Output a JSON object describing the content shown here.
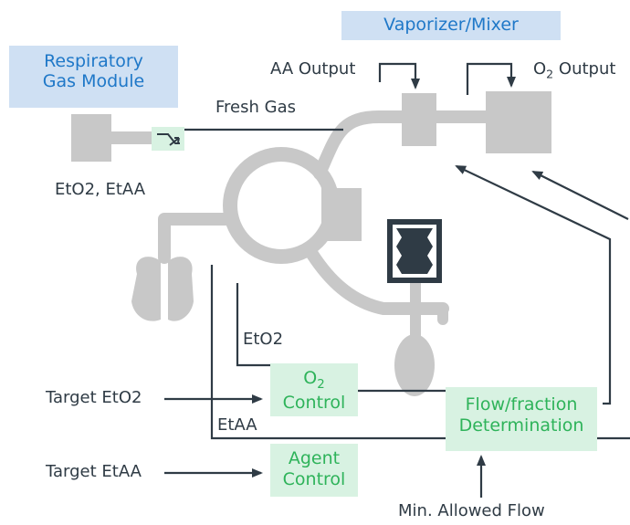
{
  "vaporizer_label": "Vaporizer/Mixer",
  "respiratory_gas_module": {
    "line1": "Respiratory",
    "line2": "Gas Module"
  },
  "fresh_gas": "Fresh Gas",
  "aa_output": "AA Output",
  "o2_output": {
    "prefix": "O",
    "sub": "2",
    "suffix": " Output"
  },
  "etco2_etaa": "EtO2, EtAA",
  "eto2_signal": "EtO2",
  "etaa_signal": "EtAA",
  "target_eto2": "Target EtO2",
  "target_etaa": "Target EtAA",
  "o2_control": {
    "prefix": "O",
    "sub": "2",
    "line2": "Control"
  },
  "agent_control": {
    "line1": "Agent",
    "line2": "Control"
  },
  "flow_fraction": {
    "line1": "Flow/fraction",
    "line2": "Determination"
  },
  "min_allowed_flow": "Min. Allowed Flow",
  "colors": {
    "blue_box": "#cfe0f3",
    "blue_text": "#1f78c8",
    "green_box": "#d8f2e2",
    "green_text": "#2eb35a",
    "gray": "#c8c8c8",
    "dark": "#2f3b45"
  }
}
